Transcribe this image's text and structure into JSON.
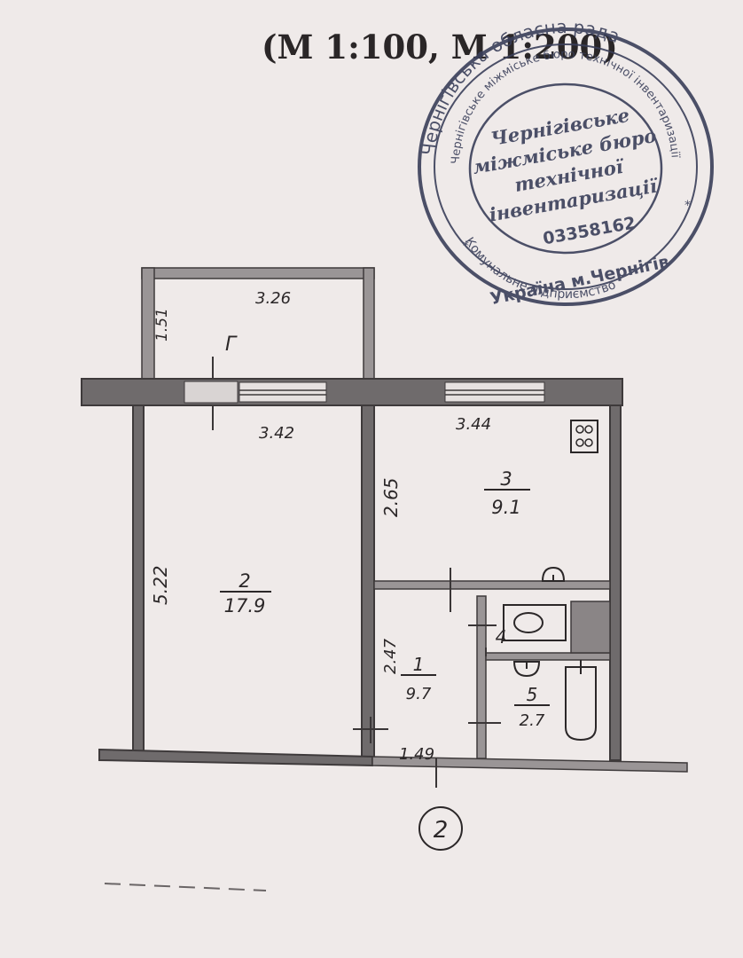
{
  "header": {
    "scale_title": "(М 1:100, М 1:200)"
  },
  "dimensions": {
    "balcony_width": "3.26",
    "balcony_depth": "1.51",
    "room2_width": "3.42",
    "room3_width": "3.44",
    "room2_length": "5.22",
    "room3_depth": "2.65",
    "hall_length": "2.47",
    "hall_width": "1.49"
  },
  "balcony_label": "Г",
  "rooms": [
    {
      "number": "1",
      "area": "9.7"
    },
    {
      "number": "2",
      "area": "17.9"
    },
    {
      "number": "3",
      "area": "9.1"
    },
    {
      "number": "4",
      "area": ""
    },
    {
      "number": "5",
      "area": "2.7"
    }
  ],
  "floor_marker": "2",
  "stamp": {
    "outer_top": "Чернігівська обласна рада",
    "outer_right": "Чернігівське міжміське бюро технічної інвентаризації",
    "outer_bottom": "Комунальне підприємство",
    "country_city": "Україна м.Чернігів",
    "inner_lines": [
      "Чернігівське",
      "міжміське бюро",
      "технічної",
      "інвентаризації"
    ],
    "code": "03358162"
  }
}
